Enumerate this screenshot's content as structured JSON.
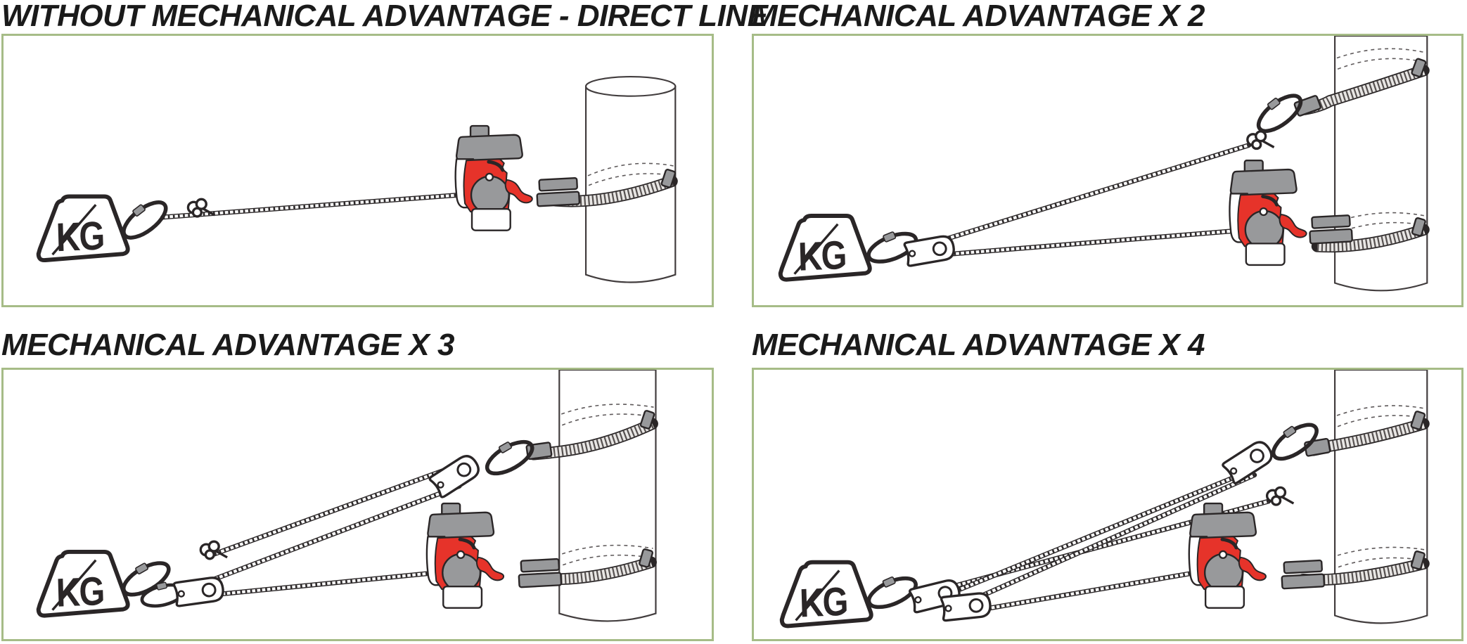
{
  "colors": {
    "panel_border": "#a6bc87",
    "winch_red": "#e6332a",
    "machine_gray": "#98999b",
    "outline_ink": "#2a2627",
    "title_text": "#1a1a1a"
  },
  "panels": [
    {
      "id": "without-ma-direct-line",
      "title": "WITHOUT MECHANICAL ADVANTAGE - DIRECT LINE",
      "weight_label": "KG",
      "rope_strands_to_load": 1,
      "components": [
        "kg-weight",
        "locking-carabiner",
        "rope-knot",
        "winch-line",
        "capstan-winch",
        "winch-anchor-strap",
        "pole"
      ]
    },
    {
      "id": "ma-x2",
      "title": "MECHANICAL ADVANTAGE X 2",
      "weight_label": "KG",
      "rope_strands_to_load": 2,
      "components": [
        "kg-weight",
        "locking-carabiner",
        "swivel-pulley",
        "rope-knot",
        "top-anchor-strap",
        "top-carabiner",
        "winch-line",
        "capstan-winch",
        "winch-anchor-strap",
        "pole"
      ]
    },
    {
      "id": "ma-x3",
      "title": "MECHANICAL ADVANTAGE X 3",
      "weight_label": "KG",
      "rope_strands_to_load": 3,
      "components": [
        "kg-weight",
        "locking-carabiners",
        "swivel-pulley",
        "rope-knot",
        "top-anchor-strap",
        "top-carabiner",
        "top-swivel-pulley",
        "winch-line",
        "capstan-winch",
        "winch-anchor-strap",
        "pole"
      ]
    },
    {
      "id": "ma-x4",
      "title": "MECHANICAL ADVANTAGE X 4",
      "weight_label": "KG",
      "rope_strands_to_load": 4,
      "components": [
        "kg-weight",
        "locking-carabiner",
        "double-swivel-pulleys",
        "rope-knot",
        "top-anchor-strap",
        "top-carabiner",
        "top-swivel-pulley",
        "winch-line",
        "capstan-winch",
        "winch-anchor-strap",
        "pole"
      ]
    }
  ]
}
